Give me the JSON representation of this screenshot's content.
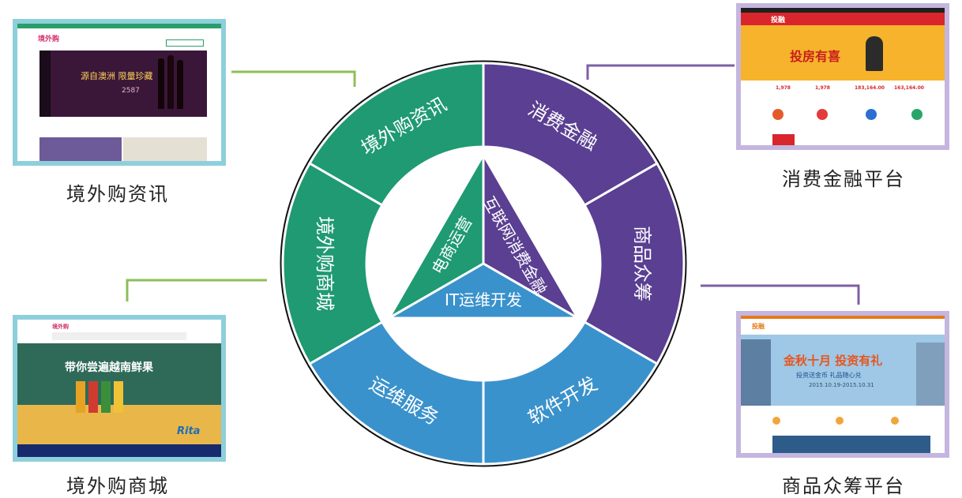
{
  "outer_segments": [
    {
      "id": "news",
      "label": "境外购资讯",
      "color": "#1f9a72"
    },
    {
      "id": "finance",
      "label": "消费金融",
      "color": "#5a3f92"
    },
    {
      "id": "crowd",
      "label": "商品众筹",
      "color": "#5a3f92"
    },
    {
      "id": "software",
      "label": "软件开发",
      "color": "#3a92cc"
    },
    {
      "id": "ops",
      "label": "运维服务",
      "color": "#3a92cc"
    },
    {
      "id": "mall",
      "label": "境外购商城",
      "color": "#1f9a72"
    }
  ],
  "inner_segments": [
    {
      "id": "ecom",
      "label": "电商运营",
      "color": "#1f9a72"
    },
    {
      "id": "internet_finance",
      "label": "互联网消费金融",
      "color": "#5a3f92"
    },
    {
      "id": "it",
      "label": "IT运维开发",
      "color": "#3a92cc"
    }
  ],
  "platforms": {
    "news": {
      "caption": "境外购资讯",
      "logo": "境外购",
      "banner_text": "源自澳洲 限量珍藏",
      "banner_price": "2587"
    },
    "finance": {
      "caption": "消费金融平台",
      "logo": "投融",
      "banner_text": "投房有喜",
      "stats": [
        "1,978",
        "1,978",
        "183,164.00",
        "163,164.00"
      ]
    },
    "mall": {
      "caption": "境外购商城",
      "logo": "境外购",
      "banner_text": "带你尝遍越南鲜果",
      "brand": "Rita"
    },
    "crowd": {
      "caption": "商品众筹平台",
      "logo": "投融",
      "banner_text": "金秋十月 投资有礼",
      "sub_text": "投资送金币 礼品随心兑",
      "date_range": "2015.10.19-2015.10.31"
    }
  },
  "colors": {
    "green": "#1f9a72",
    "purple": "#5a3f92",
    "blue": "#3a92cc",
    "teal_frame": "#8ecfdc",
    "lilac_frame": "#c4b6df",
    "connector_green": "#8dbf57",
    "connector_purple": "#7d5fa6"
  }
}
